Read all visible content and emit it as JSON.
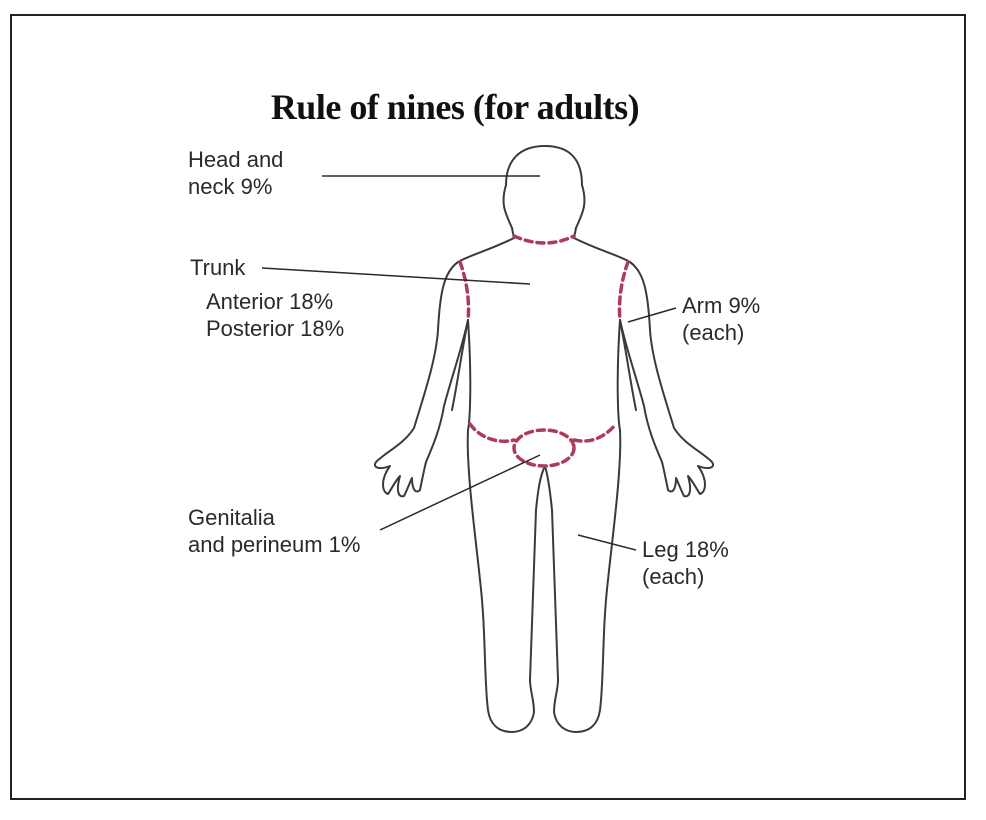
{
  "title": "Rule of nines (for adults)",
  "labels": {
    "head": [
      "Head and",
      "neck 9%"
    ],
    "trunk": {
      "heading": "Trunk",
      "anterior": "Anterior 18%",
      "posterior": "Posterior 18%"
    },
    "arm": [
      "Arm 9%",
      "(each)"
    ],
    "genitalia": [
      "Genitalia",
      "and perineum 1%"
    ],
    "leg": [
      "Leg 18%",
      "(each)"
    ]
  },
  "colors": {
    "outline": "#3a3a3a",
    "dashed_boundary": "#b03a5a",
    "frame": "#222222"
  }
}
